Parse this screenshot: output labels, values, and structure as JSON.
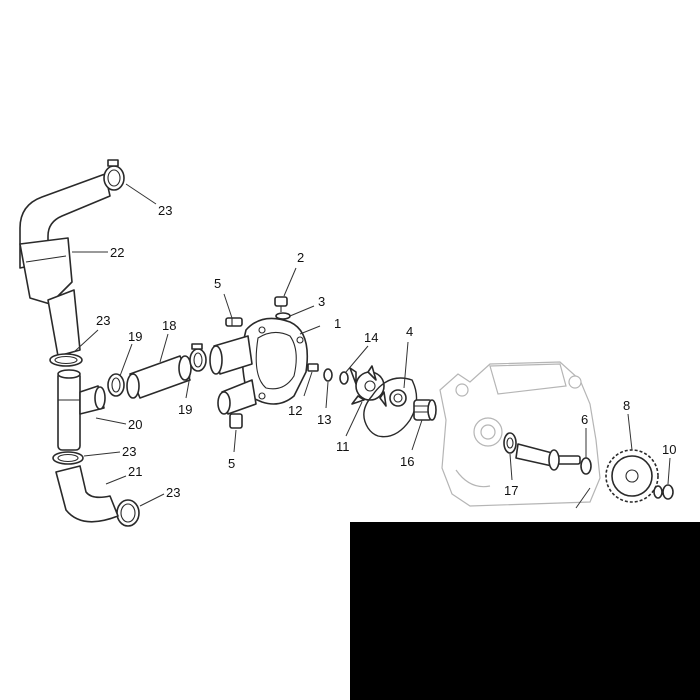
{
  "callouts": {
    "c1": "1",
    "c2": "2",
    "c3": "3",
    "c4": "4",
    "c5a": "5",
    "c5b": "5",
    "c6": "6",
    "c8": "8",
    "c10": "10",
    "c11": "11",
    "c12": "12",
    "c13": "13",
    "c14": "14",
    "c16": "16",
    "c17": "17",
    "c18": "18",
    "c19a": "19",
    "c19b": "19",
    "c20": "20",
    "c21": "21",
    "c22": "22",
    "c23a": "23",
    "c23b": "23",
    "c23c": "23",
    "c23d": "23"
  }
}
